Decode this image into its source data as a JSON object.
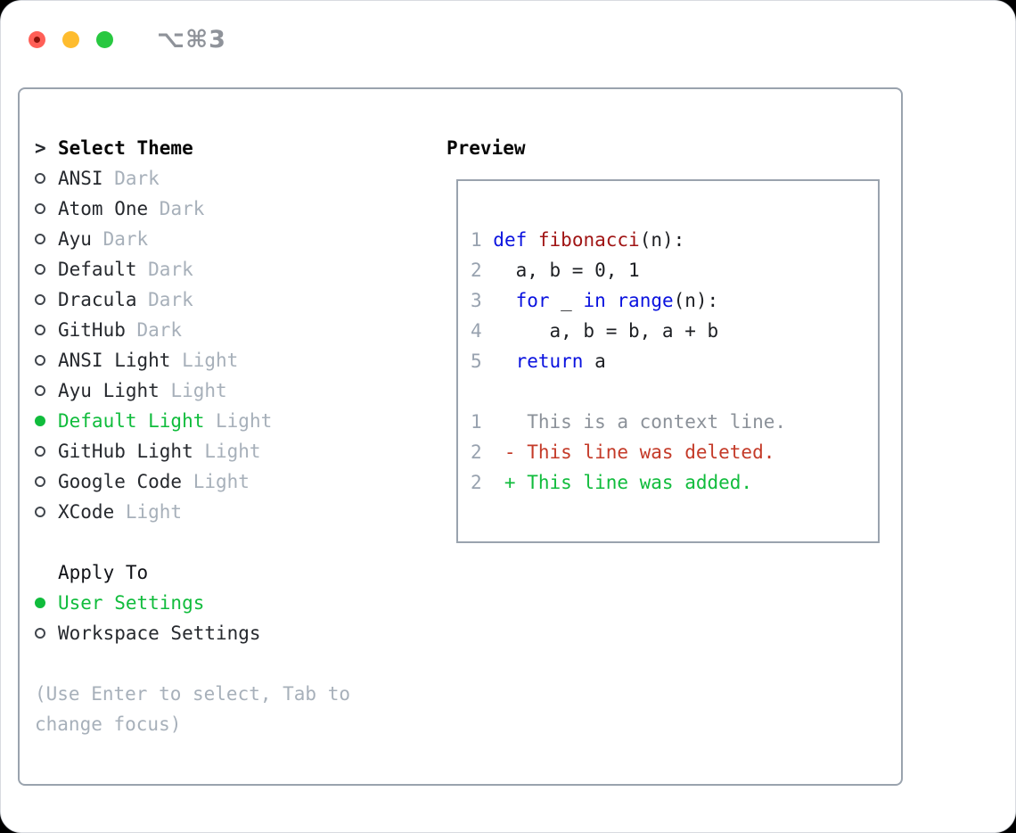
{
  "window": {
    "title": "⌥⌘3",
    "traffic_lights": [
      {
        "name": "close",
        "color": "#ff5f57"
      },
      {
        "name": "minimize",
        "color": "#febc2e"
      },
      {
        "name": "zoom",
        "color": "#28c840"
      }
    ]
  },
  "theme_panel": {
    "prompt": ">",
    "header": "Select Theme",
    "themes": [
      {
        "name": "ANSI",
        "variant": "Dark",
        "selected": false
      },
      {
        "name": "Atom One",
        "variant": "Dark",
        "selected": false
      },
      {
        "name": "Ayu",
        "variant": "Dark",
        "selected": false
      },
      {
        "name": "Default",
        "variant": "Dark",
        "selected": false
      },
      {
        "name": "Dracula",
        "variant": "Dark",
        "selected": false
      },
      {
        "name": "GitHub",
        "variant": "Dark",
        "selected": false
      },
      {
        "name": "ANSI Light",
        "variant": "Light",
        "selected": false
      },
      {
        "name": "Ayu Light",
        "variant": "Light",
        "selected": false
      },
      {
        "name": "Default Light",
        "variant": "Light",
        "selected": true
      },
      {
        "name": "GitHub Light",
        "variant": "Light",
        "selected": false
      },
      {
        "name": "Google Code",
        "variant": "Light",
        "selected": false
      },
      {
        "name": "XCode",
        "variant": "Light",
        "selected": false
      }
    ],
    "apply_to": {
      "label": "Apply To",
      "options": [
        {
          "name": "User Settings",
          "selected": true
        },
        {
          "name": "Workspace Settings",
          "selected": false
        }
      ]
    },
    "help_lines": [
      "(Use Enter to select, Tab to",
      "change focus)"
    ]
  },
  "preview": {
    "title": "Preview",
    "code_lines": [
      {
        "num": "1",
        "segments": [
          {
            "t": " ",
            "c": "plain"
          },
          {
            "t": "def",
            "c": "kw"
          },
          {
            "t": " ",
            "c": "plain"
          },
          {
            "t": "fibonacci",
            "c": "fn"
          },
          {
            "t": "(n):",
            "c": "plain"
          }
        ]
      },
      {
        "num": "2",
        "segments": [
          {
            "t": "   a, b = 0, 1",
            "c": "plain"
          }
        ]
      },
      {
        "num": "3",
        "segments": [
          {
            "t": "   ",
            "c": "plain"
          },
          {
            "t": "for",
            "c": "kw"
          },
          {
            "t": " _ ",
            "c": "plain"
          },
          {
            "t": "in",
            "c": "kw"
          },
          {
            "t": " ",
            "c": "plain"
          },
          {
            "t": "range",
            "c": "kw"
          },
          {
            "t": "(n):",
            "c": "plain"
          }
        ]
      },
      {
        "num": "4",
        "segments": [
          {
            "t": "      a, b = b, a + b",
            "c": "plain"
          }
        ]
      },
      {
        "num": "5",
        "segments": [
          {
            "t": "   ",
            "c": "plain"
          },
          {
            "t": "return",
            "c": "kw"
          },
          {
            "t": " a",
            "c": "plain"
          }
        ]
      }
    ],
    "diff_lines": [
      {
        "num": "1",
        "segments": [
          {
            "t": "    This is a context line.",
            "c": "ctx"
          }
        ]
      },
      {
        "num": "2",
        "segments": [
          {
            "t": "  - This line was deleted.",
            "c": "del"
          }
        ]
      },
      {
        "num": "2",
        "segments": [
          {
            "t": "  + This line was added.",
            "c": "add"
          }
        ]
      }
    ]
  },
  "colors": {
    "selected_green": "#10bc3c",
    "keyword_blue": "#0a12df",
    "function_red": "#a01414",
    "diff_red": "#c43a28",
    "diff_green": "#10bc3c",
    "muted_gray": "#a7b0ba",
    "line_number_gray": "#98a2af",
    "context_gray": "#8b9199",
    "border_gray": "#9aa3ae"
  }
}
